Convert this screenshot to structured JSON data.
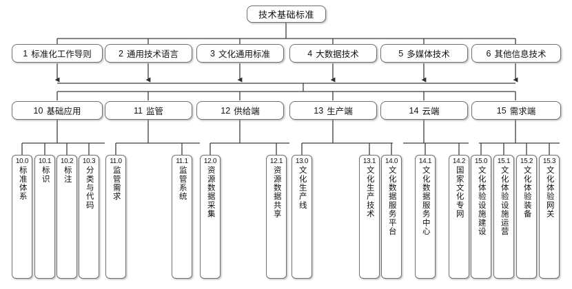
{
  "diagram": {
    "title": "技术基础标准",
    "type": "hierarchy-tree",
    "colors": {
      "box_border": "#6e6e6e",
      "box_fill": "#ffffff",
      "connector": "#3a3a3a",
      "text": "#111111"
    }
  },
  "root": {
    "label": "技术基础标准"
  },
  "level1": [
    {
      "num": "1",
      "label": "标准化工作导则",
      "full": "1 标准化工作导则"
    },
    {
      "num": "2",
      "label": "通用技术语言",
      "full": "2 通用技术语言"
    },
    {
      "num": "3",
      "label": "文化通用标准",
      "full": "3 文化通用标准"
    },
    {
      "num": "4",
      "label": "大数据技术",
      "full": "4 大数据技术"
    },
    {
      "num": "5",
      "label": "多媒体技术",
      "full": "5 多媒体技术"
    },
    {
      "num": "6",
      "label": "其他信息技术",
      "full": "6 其他信息技术"
    }
  ],
  "level2": [
    {
      "num": "10",
      "label": "基础应用",
      "full": "10 基础应用"
    },
    {
      "num": "11",
      "label": "监管",
      "full": "11 监管"
    },
    {
      "num": "12",
      "label": "供给端",
      "full": "12 供给端"
    },
    {
      "num": "13",
      "label": "生产端",
      "full": "13 生产端"
    },
    {
      "num": "14",
      "label": "云端",
      "full": "14 云端"
    },
    {
      "num": "15",
      "label": "需求端",
      "full": "15 需求端"
    }
  ],
  "leaves": [
    {
      "num": "10.0",
      "label": "标准体系",
      "parent": "10 基础应用"
    },
    {
      "num": "10.1",
      "label": "标识",
      "parent": "10 基础应用"
    },
    {
      "num": "10.2",
      "label": "标注",
      "parent": "10 基础应用"
    },
    {
      "num": "10.3",
      "label": "分类与代码",
      "parent": "10 基础应用"
    },
    {
      "num": "11.0",
      "label": "监管需求",
      "parent": "11 监管"
    },
    {
      "num": "11.1",
      "label": "监管系统",
      "parent": "11 监管"
    },
    {
      "num": "12.0",
      "label": "资源数据采集",
      "parent": "12 供给端"
    },
    {
      "num": "12.1",
      "label": "资源数据共享",
      "parent": "12 供给端"
    },
    {
      "num": "13.0",
      "label": "文化生产线",
      "parent": "13 生产端"
    },
    {
      "num": "13.1",
      "label": "文化生产技术",
      "parent": "13 生产端"
    },
    {
      "num": "14.0",
      "label": "文化数据服务平台",
      "parent": "14 云端"
    },
    {
      "num": "14.1",
      "label": "文化数据服务中心",
      "parent": "14 云端"
    },
    {
      "num": "14.2",
      "label": "国家文化专网",
      "parent": "14 云端"
    },
    {
      "num": "15.0",
      "label": "文化体验设施建设",
      "parent": "15 需求端"
    },
    {
      "num": "15.1",
      "label": "文化体验设施运营",
      "parent": "15 需求端"
    },
    {
      "num": "15.2",
      "label": "文化体验装备",
      "parent": "15 需求端"
    },
    {
      "num": "15.3",
      "label": "文化体验网关",
      "parent": "15 需求端"
    }
  ]
}
